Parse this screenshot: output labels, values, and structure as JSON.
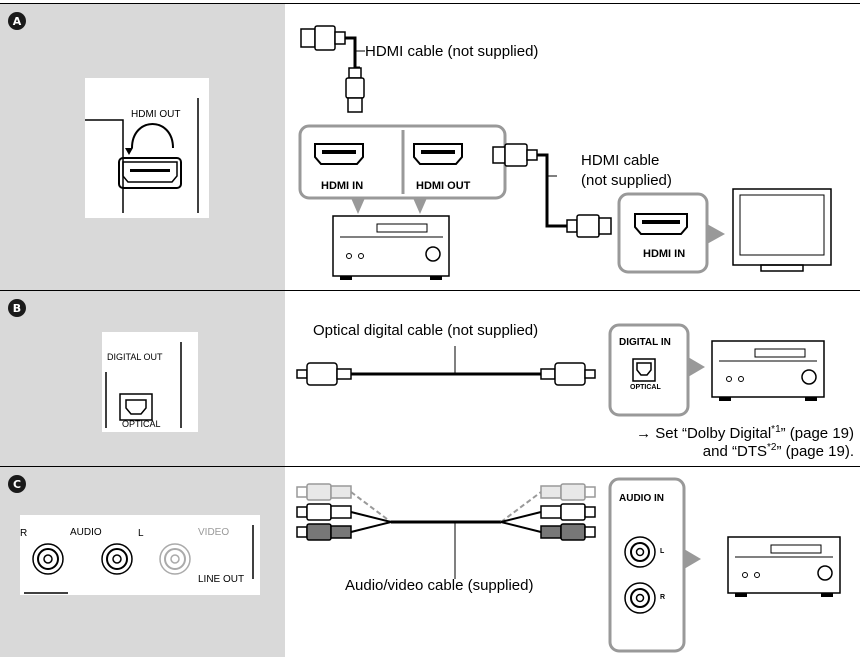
{
  "sections": {
    "a": {
      "badge": "A",
      "port_label": "HDMI OUT",
      "cable1_label": "HDMI cable (not supplied)",
      "cable2_label_line1": "HDMI cable",
      "cable2_label_line2": "(not supplied)",
      "receiver_in_label": "HDMI IN",
      "receiver_out_label": "HDMI OUT",
      "tv_in_label": "HDMI IN"
    },
    "b": {
      "badge": "B",
      "port_label": "DIGITAL OUT",
      "port_sub_label": "OPTICAL",
      "cable_label": "Optical digital cable (not supplied)",
      "amp_in_label": "DIGITAL IN",
      "amp_in_sub_label": "OPTICAL",
      "note_line1_prefix": "→ Set “Dolby Digital",
      "note_line1_sup": "*1",
      "note_line1_suffix": "” (page 19)",
      "note_line2_prefix": "and “DTS",
      "note_line2_sup": "*2",
      "note_line2_suffix": "” (page 19)."
    },
    "c": {
      "badge": "C",
      "port_r": "R",
      "port_audio": "AUDIO",
      "port_l": "L",
      "port_video": "VIDEO",
      "port_line_out": "LINE OUT",
      "cable_label": "Audio/video cable (supplied)",
      "amp_in_label": "AUDIO IN",
      "amp_l": "L",
      "amp_r": "R"
    }
  }
}
